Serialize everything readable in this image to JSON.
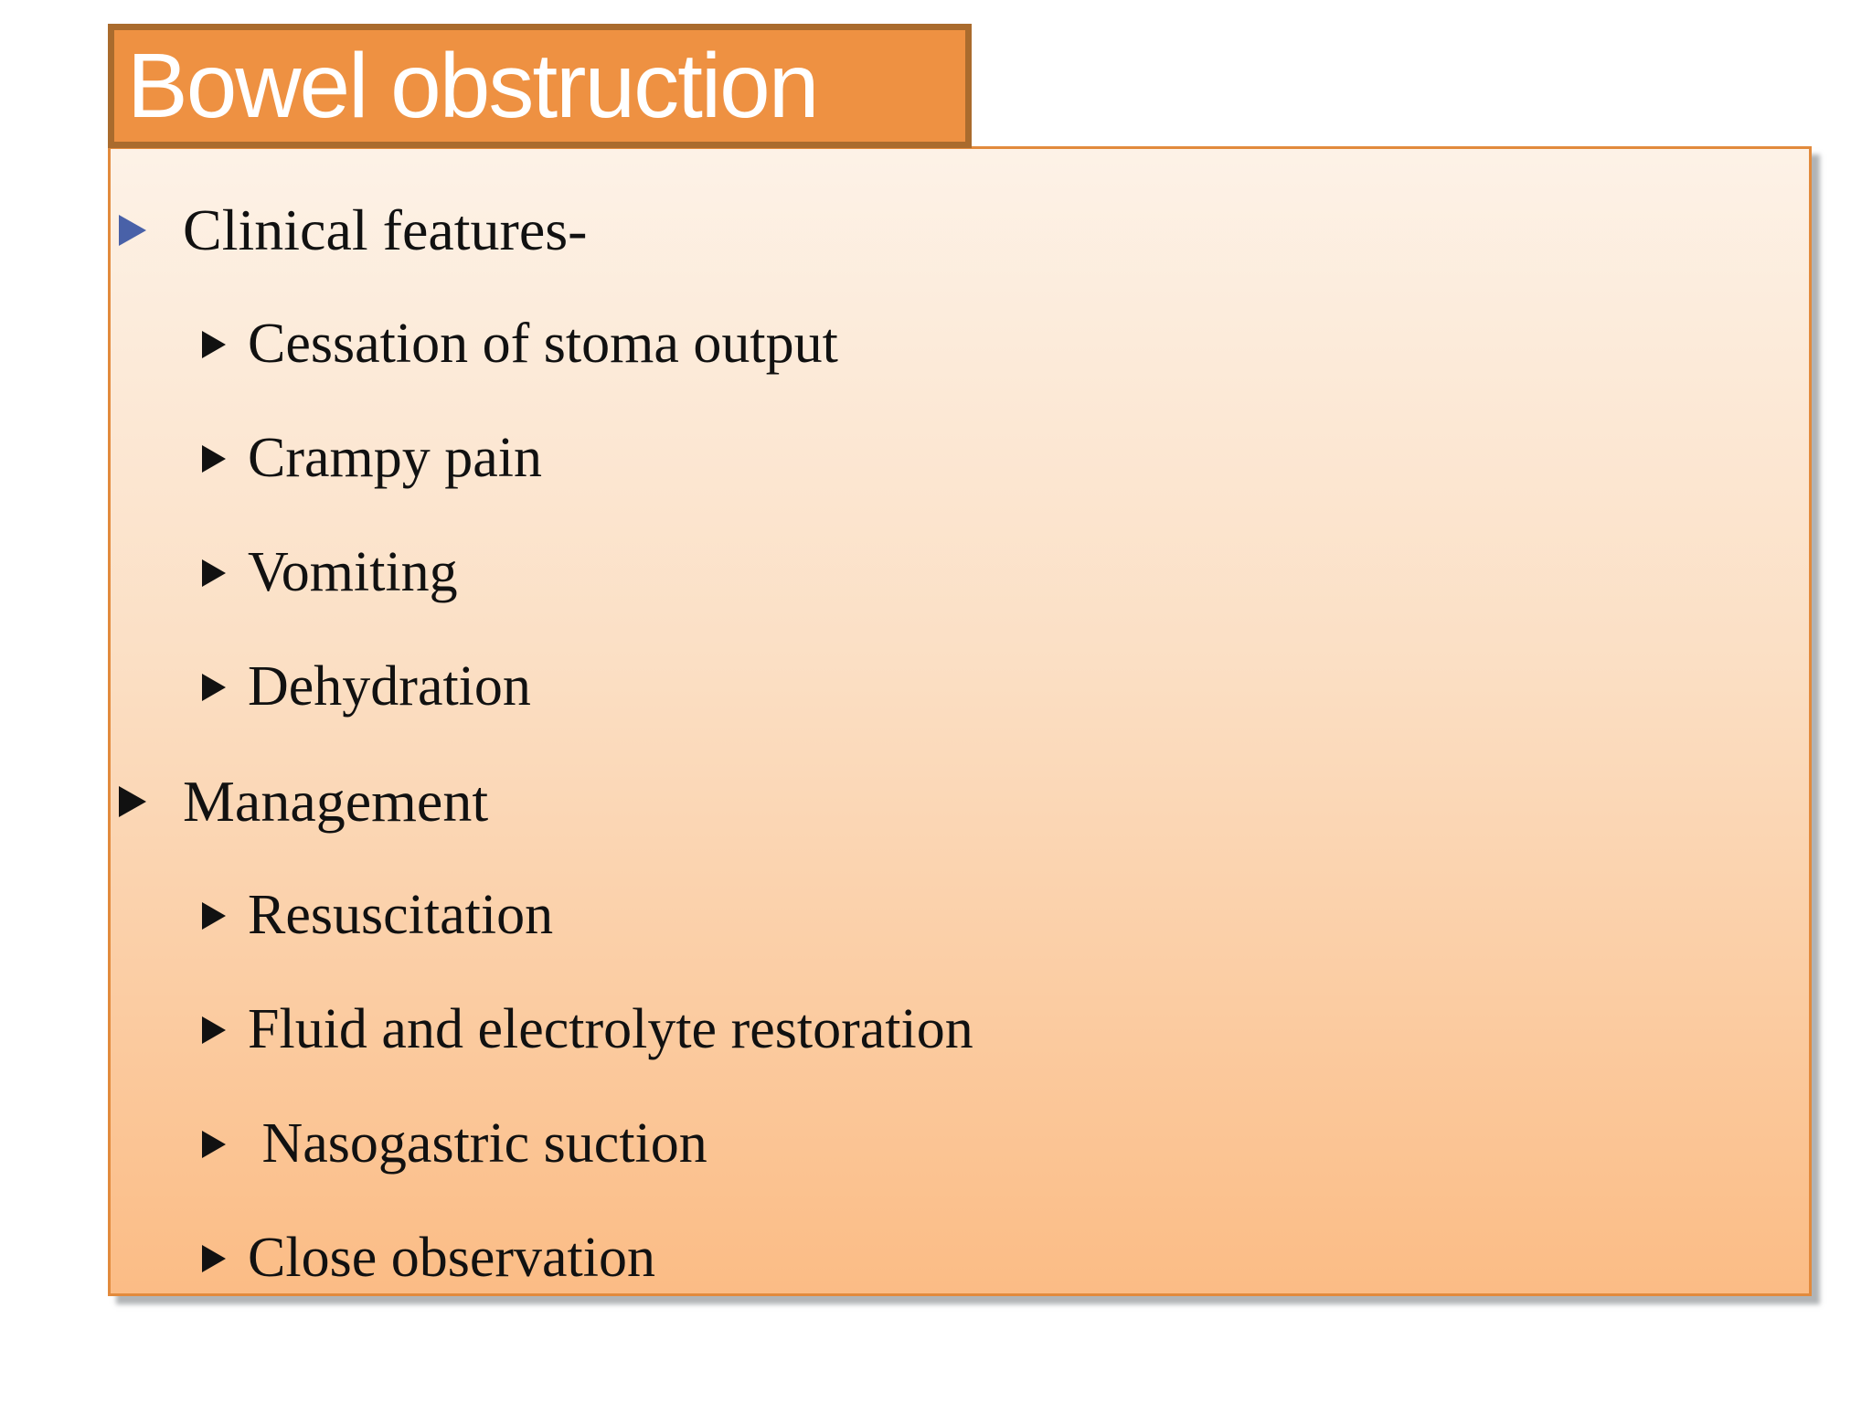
{
  "slide": {
    "title": "Bowel obstruction",
    "bullets": [
      {
        "level": 1,
        "text": "Clinical features-",
        "bullet_icon": "right-triangle",
        "bullet_style": "blue"
      },
      {
        "level": 2,
        "text": "Cessation of stoma output",
        "bullet_icon": "right-triangle",
        "bullet_style": "black"
      },
      {
        "level": 2,
        "text": "Crampy pain",
        "bullet_icon": "right-triangle",
        "bullet_style": "black"
      },
      {
        "level": 2,
        "text": "Vomiting",
        "bullet_icon": "right-triangle",
        "bullet_style": "black"
      },
      {
        "level": 2,
        "text": "Dehydration",
        "bullet_icon": "right-triangle",
        "bullet_style": "black"
      },
      {
        "level": 1,
        "text": "Management",
        "bullet_icon": "right-triangle",
        "bullet_style": "black"
      },
      {
        "level": 2,
        "text": "Resuscitation",
        "bullet_icon": "right-triangle",
        "bullet_style": "black"
      },
      {
        "level": 2,
        "text": "Fluid and electrolyte restoration",
        "bullet_icon": "right-triangle",
        "bullet_style": "black"
      },
      {
        "level": 2,
        "text": " Nasogastric suction",
        "bullet_icon": "right-triangle",
        "bullet_style": "black"
      },
      {
        "level": 2,
        "text": "Close observation",
        "bullet_icon": "right-triangle",
        "bullet_style": "black"
      }
    ],
    "colors": {
      "title_fill": "#ee9142",
      "title_border": "#aa6b2d",
      "panel_border": "#e28a3c",
      "panel_grad_top": "#fdf2e7",
      "panel_grad_bottom": "#fbbc85",
      "bullet_blue": "#4961a8",
      "bullet_black": "#111111",
      "text_color": "#111111",
      "shadow_color": "rgba(125,130,133,0.6)"
    }
  }
}
